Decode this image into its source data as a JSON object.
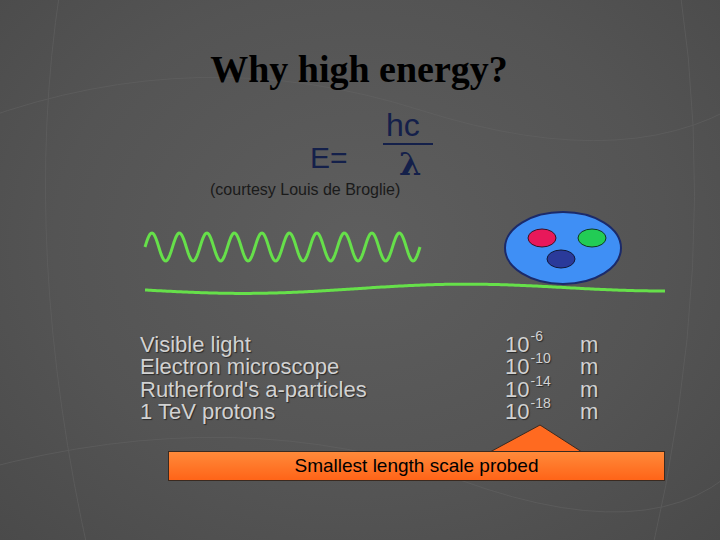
{
  "diagram": {
    "title": "Why high energy?",
    "nodes": [
      {
        "text": [
          "Smallest length scale probed"
        ]
      }
    ],
    "labels": [
      "E=",
      "hc",
      "λ",
      "(courtesy Louis de Broglie)",
      "Visible light",
      "Electron microscope",
      "Rutherford's a-particles",
      "1 TeV protons",
      "10",
      "-6",
      "m",
      "10",
      "-10",
      "m",
      "10",
      "-14",
      "m",
      "10",
      "-18",
      "m"
    ]
  }
}
